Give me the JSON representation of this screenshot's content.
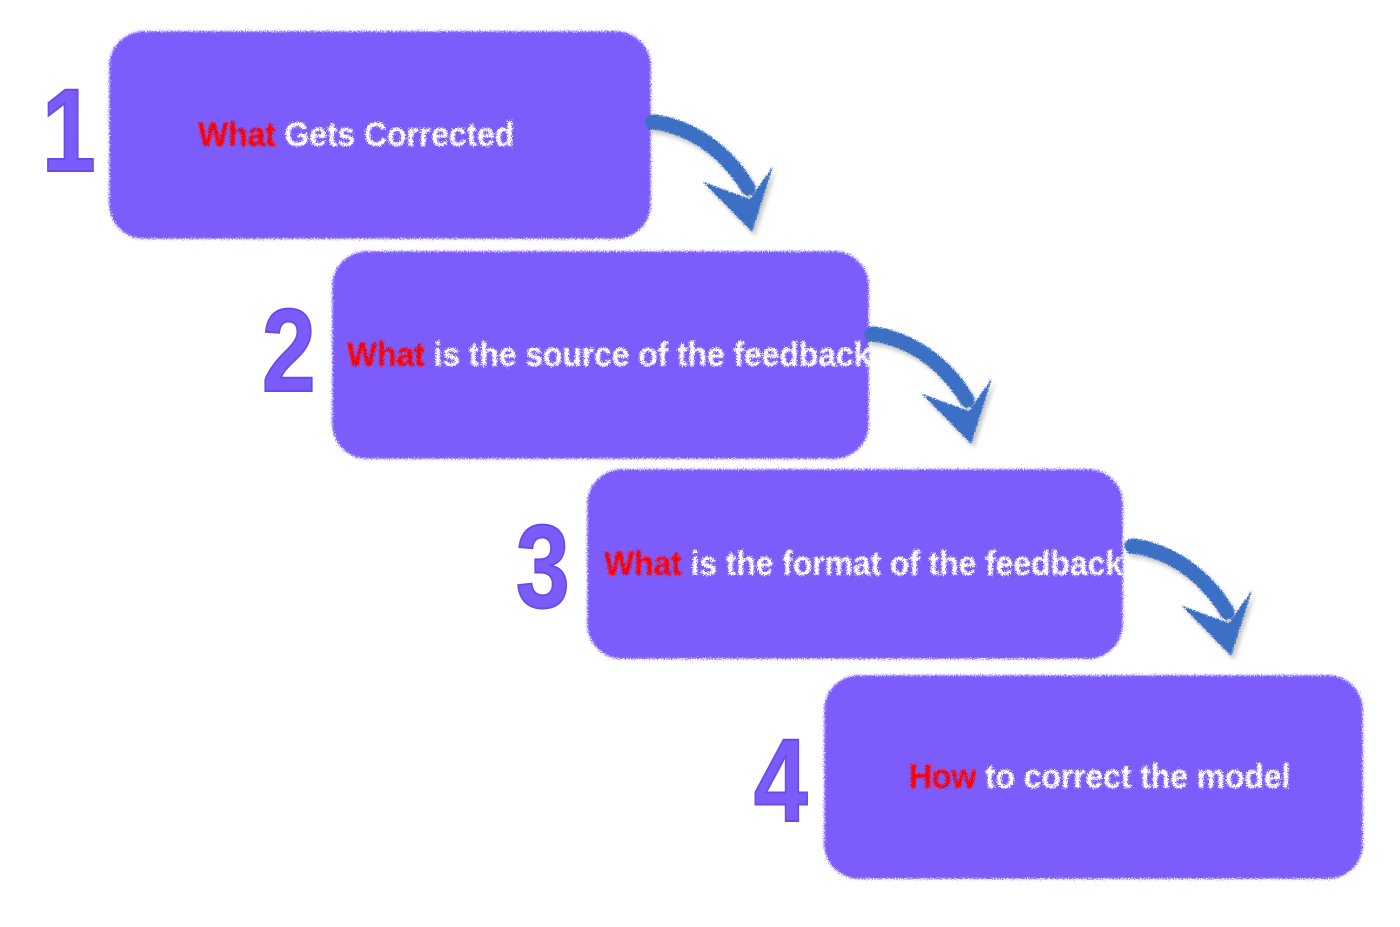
{
  "page": {
    "title": "Feedback Correction Steps",
    "background_color": "#FFFFFF",
    "box_color": "#7B5CFA",
    "arrow_color": "#3B6FC4",
    "keyword_color": "#FF0000",
    "text_color": "#FFFFFF"
  },
  "steps": [
    {
      "number": "1",
      "keyword": "What",
      "rest": " Gets Corrected",
      "full_text": "What Gets Corrected"
    },
    {
      "number": "2",
      "keyword": "What",
      "rest": " is the source of the feedback",
      "full_text": "What is the source of the feedback"
    },
    {
      "number": "3",
      "keyword": "What",
      "rest": " is the format of the feedback",
      "full_text": "What is the format of the feedback"
    },
    {
      "number": "4",
      "keyword": "How",
      "rest": " to correct the model",
      "full_text": "How to correct the model"
    }
  ],
  "arrows": [
    {
      "name": "arrow-step-1-to-2"
    },
    {
      "name": "arrow-step-2-to-3"
    },
    {
      "name": "arrow-step-3-to-4"
    }
  ]
}
